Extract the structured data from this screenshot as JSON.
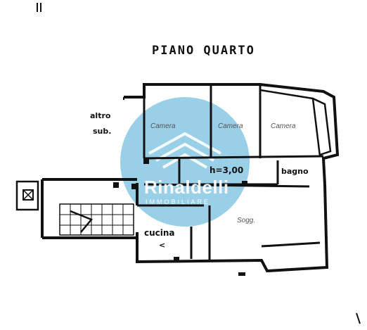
{
  "plan": {
    "title": "PIANO QUARTO",
    "corner_mark": "II",
    "rooms": {
      "altro_line1": "altro",
      "altro_line2": "sub.",
      "camera_1": "Camera",
      "camera_2": "Camera",
      "camera_3": "Camera",
      "height": "h=3,00",
      "bagno": "bagno",
      "cucina": "cucina",
      "cucina_mark": "<",
      "soggiorno": "Sogg."
    }
  },
  "watermark": {
    "brand": "Rinaldelli",
    "subtitle": "IMMOBILIARE",
    "color": "#7cc3e0"
  }
}
